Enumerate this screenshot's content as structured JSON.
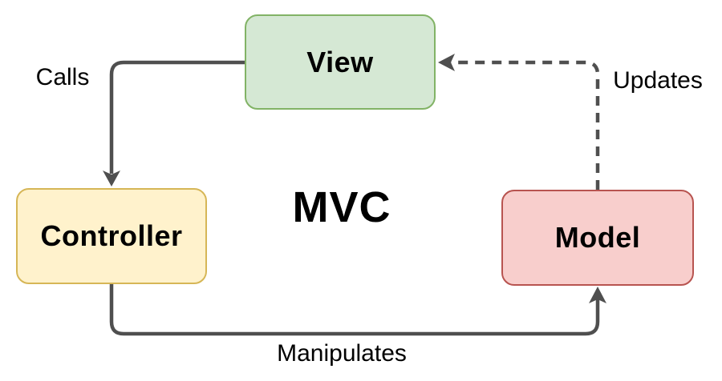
{
  "diagram": {
    "title": "MVC",
    "nodes": [
      {
        "id": "view",
        "label": "View",
        "fill": "#d5e8d4",
        "stroke": "#82b366"
      },
      {
        "id": "controller",
        "label": "Controller",
        "fill": "#fff2cc",
        "stroke": "#d6b656"
      },
      {
        "id": "model",
        "label": "Model",
        "fill": "#f8cecc",
        "stroke": "#b85450"
      }
    ],
    "edges": [
      {
        "id": "calls",
        "label": "Calls",
        "from": "view",
        "to": "controller",
        "style": "solid"
      },
      {
        "id": "updates",
        "label": "Updates",
        "from": "model",
        "to": "view",
        "style": "dashed"
      },
      {
        "id": "manipulates",
        "label": "Manipulates",
        "from": "controller",
        "to": "model",
        "style": "solid"
      }
    ],
    "colors": {
      "edge": "#4f4f4f",
      "text": "#000000",
      "background": "#ffffff"
    }
  }
}
